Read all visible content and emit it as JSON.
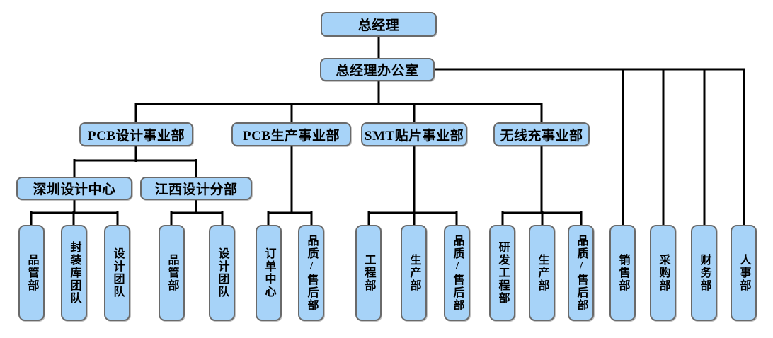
{
  "org": {
    "root": "总经理",
    "office": "总经理办公室",
    "divisions": [
      "PCB设计事业部",
      "PCB生产事业部",
      "SMT贴片事业部",
      "无线充事业部"
    ],
    "design_centers": [
      "深圳设计中心",
      "江西设计分部"
    ],
    "departments": {
      "shenzhen": [
        "品管部",
        "封装库团队",
        "设计团队"
      ],
      "jiangxi": [
        "品管部",
        "设计团队"
      ],
      "pcb_mfg": [
        "订单中心",
        "品质/售后部"
      ],
      "smt": [
        "工程部",
        "生产部",
        "品质/售后部"
      ],
      "wireless": [
        "研发工程部",
        "生产部",
        "品质/售后部"
      ],
      "office_direct": [
        "销售部",
        "采购部",
        "财务部",
        "人事部"
      ]
    }
  },
  "colors": {
    "node_fill": "#a7d3f8",
    "node_border": "#6a6a6a",
    "connector": "#000000"
  }
}
